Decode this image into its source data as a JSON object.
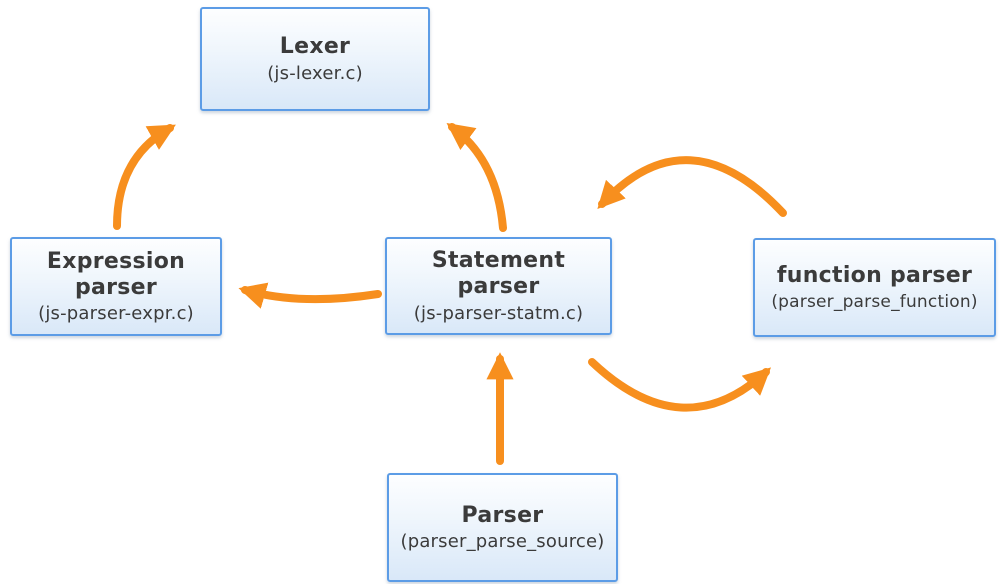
{
  "diagram": {
    "nodes": {
      "lexer": {
        "title": "Lexer",
        "subtitle": "(js-lexer.c)"
      },
      "expression_parser": {
        "title": "Expression\nparser",
        "subtitle": "(js-parser-expr.c)"
      },
      "statement_parser": {
        "title": "Statement\nparser",
        "subtitle": "(js-parser-statm.c)"
      },
      "function_parser": {
        "title": "function parser",
        "subtitle": "(parser_parse_function)"
      },
      "parser": {
        "title": "Parser",
        "subtitle": "(parser_parse_source)"
      }
    },
    "edges": [
      {
        "from": "expression_parser",
        "to": "lexer"
      },
      {
        "from": "statement_parser",
        "to": "lexer"
      },
      {
        "from": "statement_parser",
        "to": "expression_parser"
      },
      {
        "from": "function_parser",
        "to": "statement_parser"
      },
      {
        "from": "statement_parser",
        "to": "function_parser"
      },
      {
        "from": "parser",
        "to": "statement_parser"
      }
    ],
    "colors": {
      "box_border": "#5c9ce6",
      "box_fill_top": "#fdfeff",
      "box_fill_bottom": "#d9e8f8",
      "arrow": "#f78f1e",
      "text": "#3b3b3b",
      "background": "#ffffff"
    }
  }
}
